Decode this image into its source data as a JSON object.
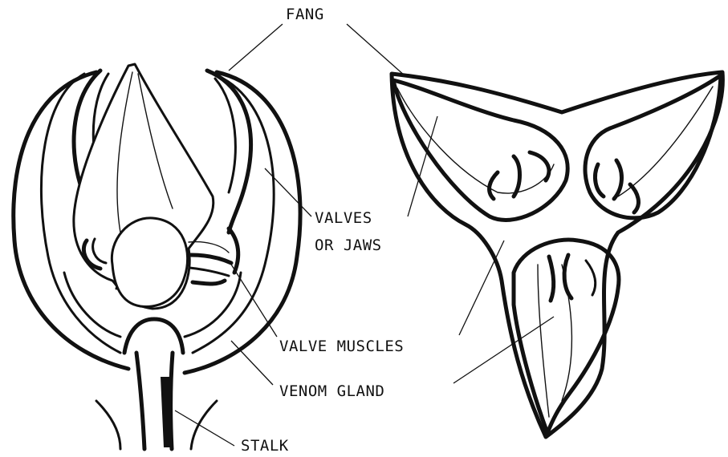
{
  "labels": {
    "fang": "FANG",
    "valves_line1": "VALVES",
    "valves_line2": "OR JAWS",
    "valve_muscles": "VALVE MUSCLES",
    "venom_gland": "VENOM GLAND",
    "stalk": "STALK"
  }
}
